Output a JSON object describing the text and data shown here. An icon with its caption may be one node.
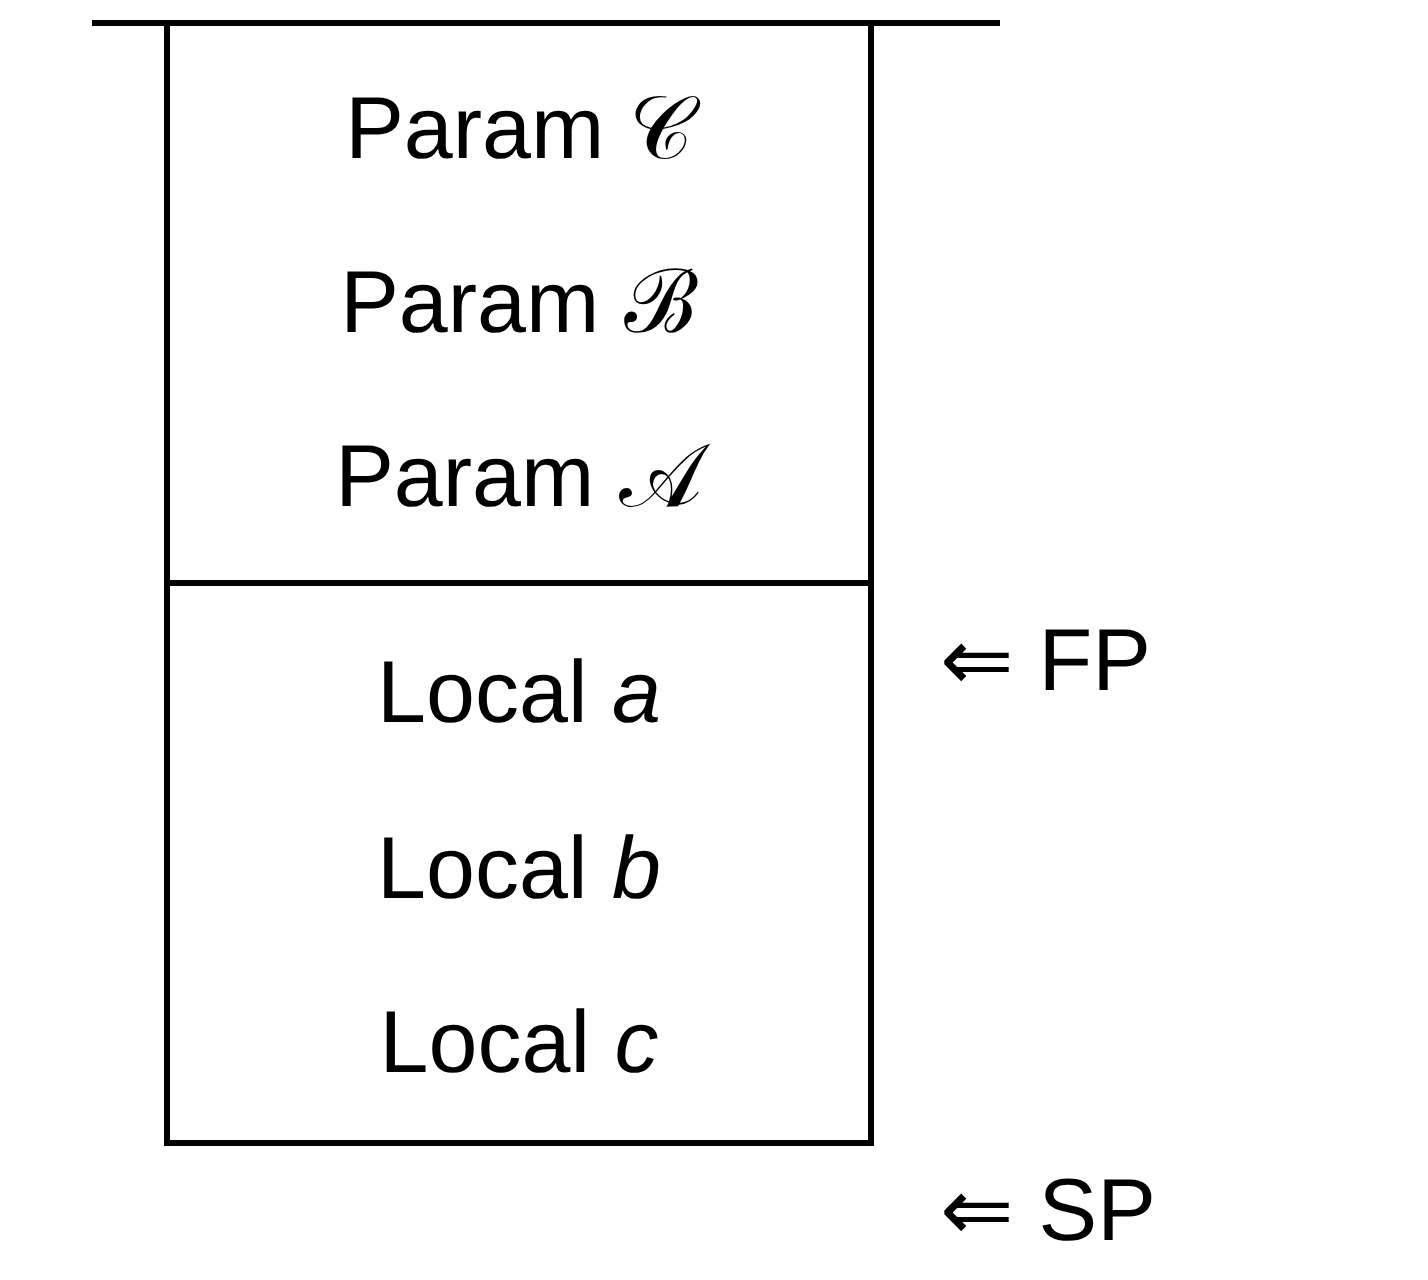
{
  "diagram": {
    "nodes": [
      {
        "text": [
          "Param 𝒞",
          "Param ℬ",
          "Param 𝒜"
        ]
      },
      {
        "text": [
          "Local *a*",
          "Local *b*",
          "Local *c*"
        ]
      }
    ],
    "labels": [
      "⇐ FP",
      "⇐ SP"
    ]
  }
}
